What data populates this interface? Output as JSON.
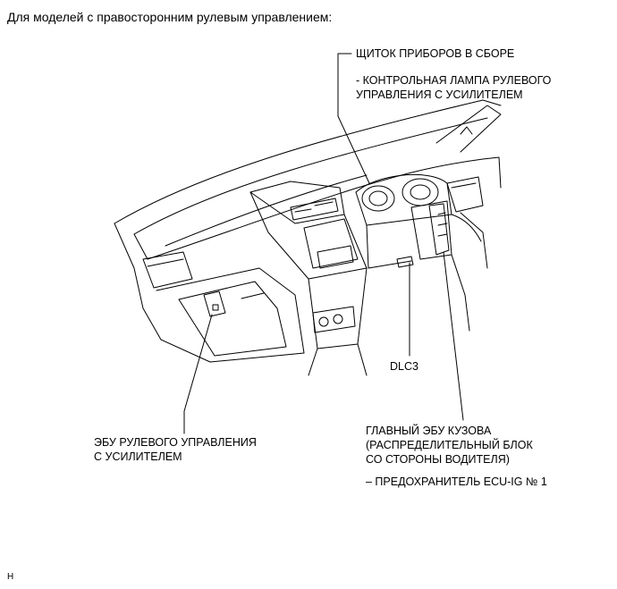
{
  "heading": "Для моделей с правосторонним рулевым управлением:",
  "labels": {
    "instrument_cluster": {
      "title": "ЩИТОК ПРИБОРОВ В СБОРЕ",
      "sub_line1": "- КОНТРОЛЬНАЯ ЛАМПА РУЛЕВОГО",
      "sub_line2": "УПРАВЛЕНИЯ С УСИЛИТЕЛЕМ"
    },
    "dlc3": "DLC3",
    "eps_ecu": {
      "line1": "ЭБУ РУЛЕВОГО УПРАВЛЕНИЯ",
      "line2": "С УСИЛИТЕЛЕМ"
    },
    "main_body_ecu": {
      "line1": "ГЛАВНЫЙ ЭБУ КУЗОВА",
      "line2": "(РАСПРЕДЕЛИТЕЛЬНЫЙ БЛОК",
      "line3": "СО СТОРОНЫ ВОДИТЕЛЯ)",
      "fuse": "– ПРЕДОХРАНИТЕЛЬ ECU-IG № 1"
    }
  },
  "corner_mark": "H"
}
